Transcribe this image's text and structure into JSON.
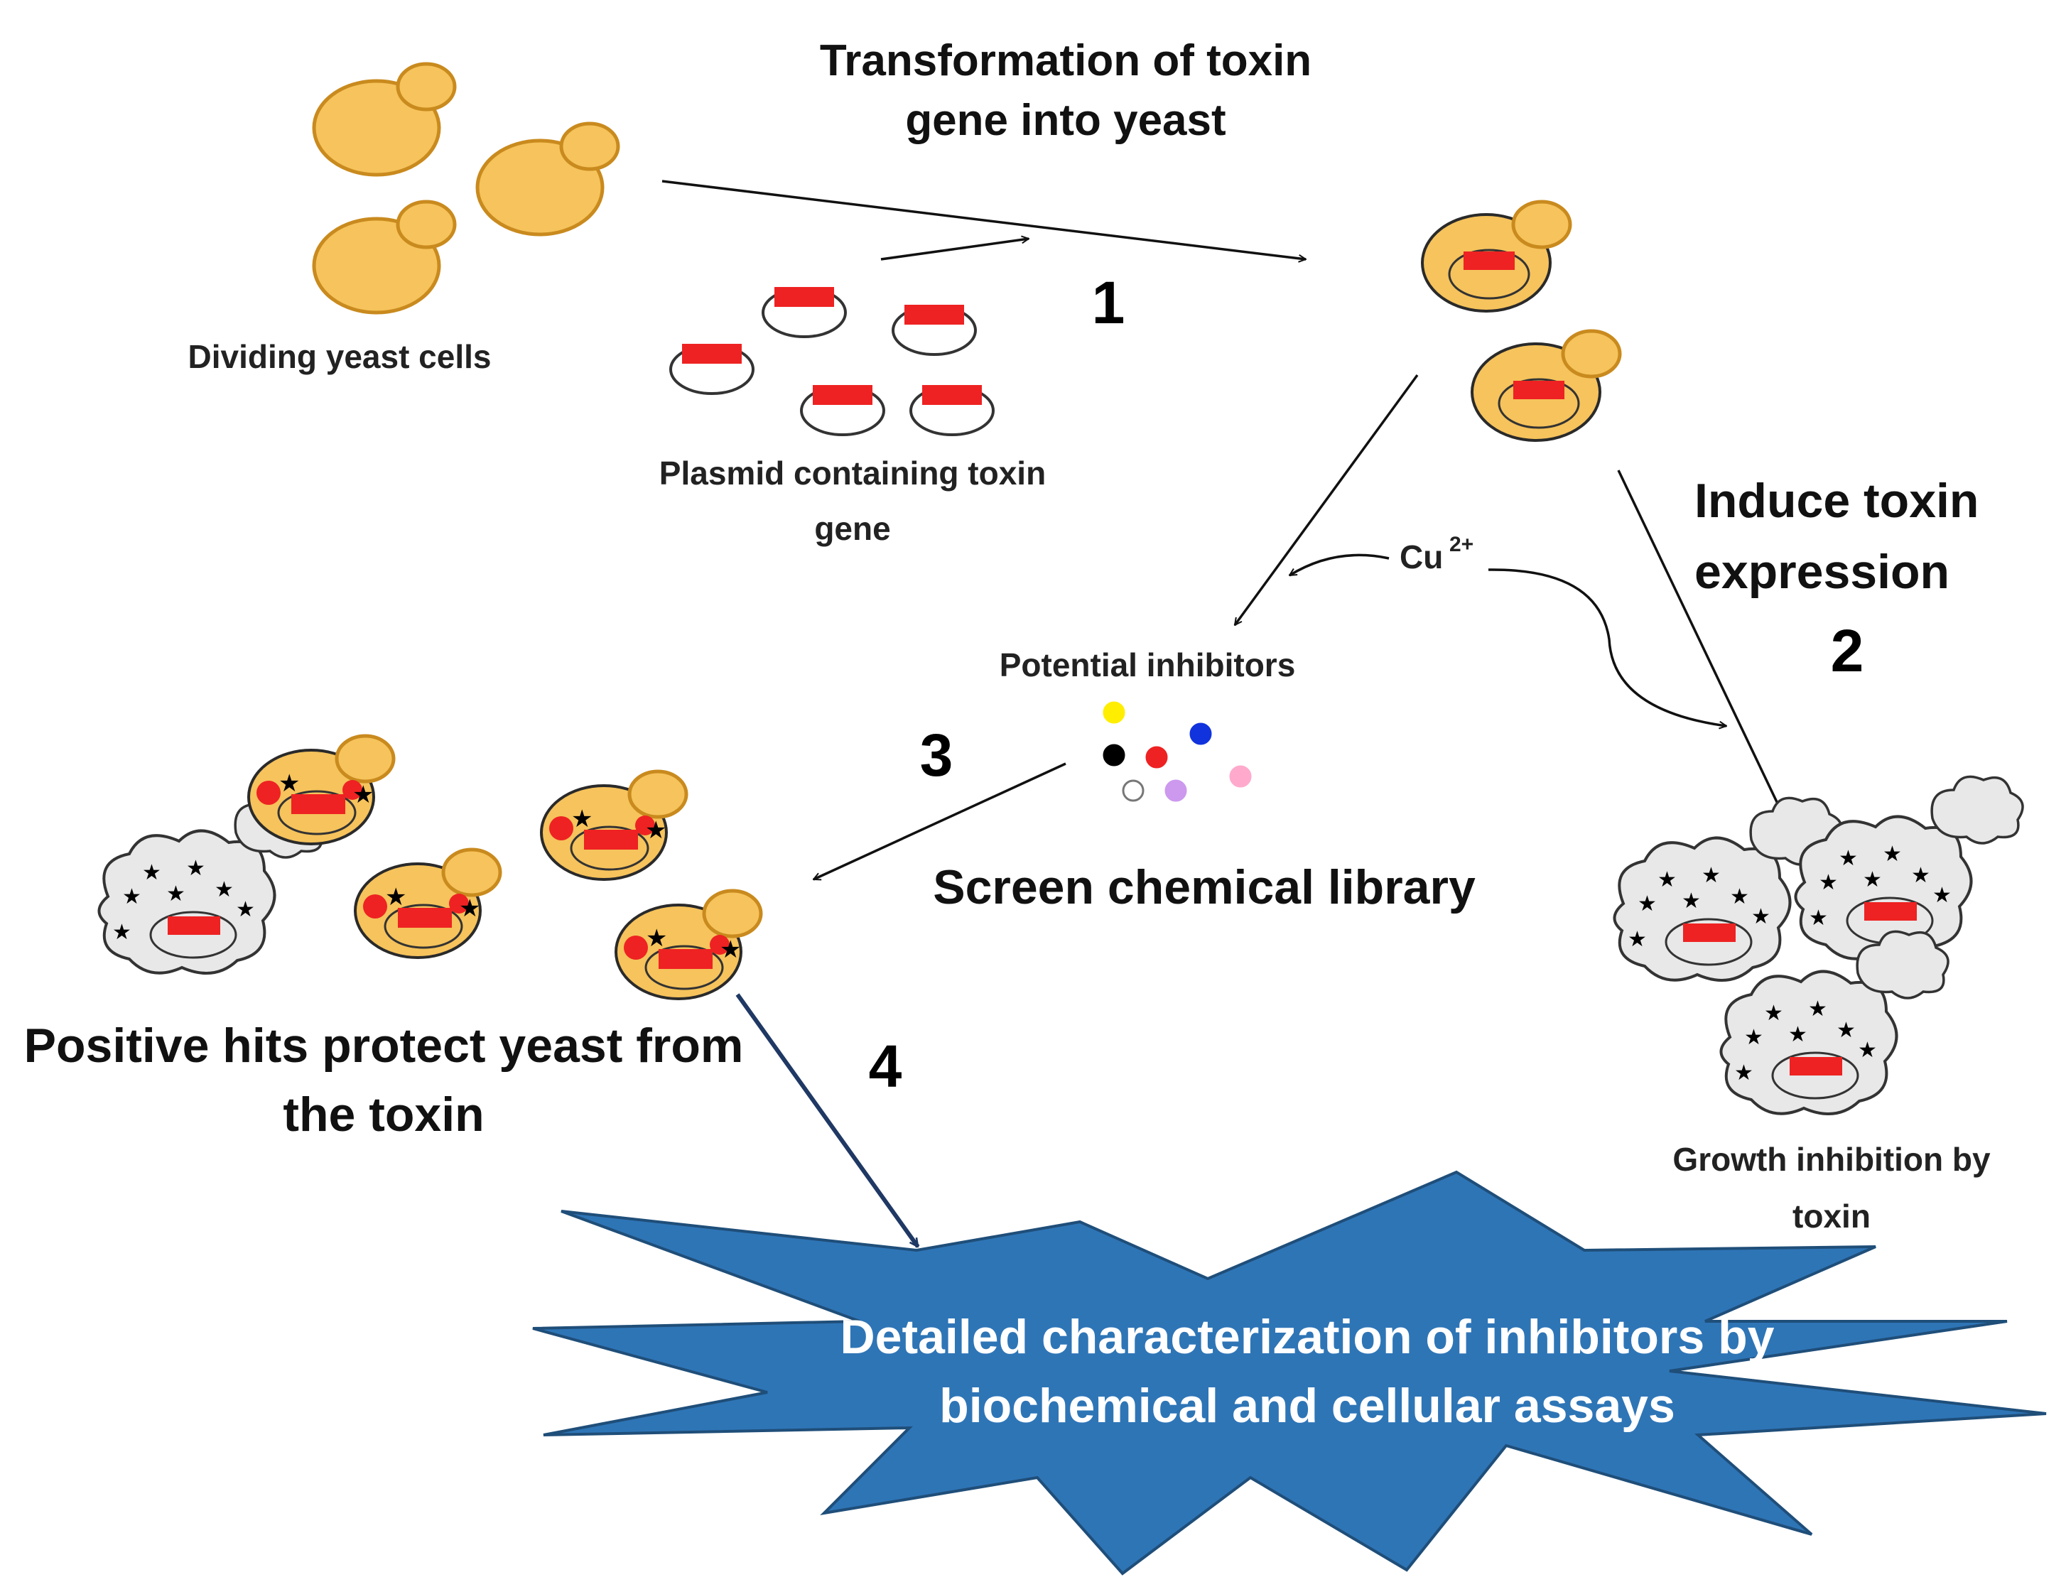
{
  "title": {
    "line1": "Transformation of toxin",
    "line2": "gene into yeast"
  },
  "labels": {
    "dividing": "Dividing yeast cells",
    "plasmid_line1": "Plasmid containing toxin",
    "plasmid_line2": "gene",
    "induce_line1": "Induce toxin",
    "induce_line2": "expression",
    "copper": "Cu",
    "copper_charge": "2+",
    "potential_inhibitors": "Potential inhibitors",
    "screen_library": "Screen chemical library",
    "positive_line1": "Positive hits protect yeast from",
    "positive_line2": "the toxin",
    "growth_line1": "Growth inhibition by",
    "growth_line2": "toxin"
  },
  "steps": {
    "s1": "1",
    "s2": "2",
    "s3": "3",
    "s4": "4"
  },
  "final": {
    "line1": "Detailed characterization of inhibitors by",
    "line2": "biochemical and cellular assays"
  },
  "colors": {
    "yeast_fill": "#f6c35c",
    "yeast_stroke": "#c98a1e",
    "toxin_red": "#ee2222",
    "starburst_blue": "#2e75b6",
    "starburst_stroke": "#1f4e79",
    "dead_cell_fill": "#e8e8e8",
    "arrow_navy": "#1f3864"
  },
  "compound_colors": [
    "#ffee00",
    "#1133dd",
    "#000000",
    "#ee2222",
    "#ffffff",
    "#cc99ee",
    "#ffaacc"
  ]
}
